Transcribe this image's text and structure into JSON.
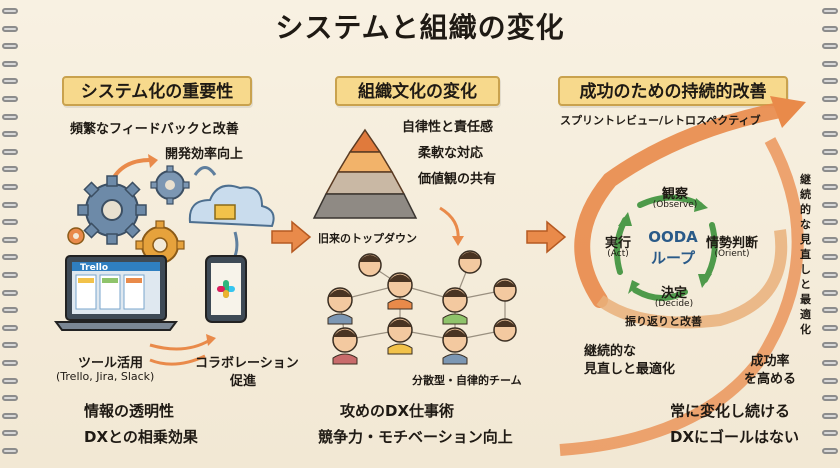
{
  "title": "システムと組織の変化",
  "sections": {
    "left": {
      "header": "システム化の重要性",
      "top_label_1": "頻繁なフィードバックと改善",
      "top_label_2": "開発効率向上",
      "laptop_app": "Trello",
      "tools_label_1": "ツール活用",
      "tools_label_2": "(Trello, Jira, Slack)",
      "collab_label_1": "コラボレーション",
      "collab_label_2": "促進",
      "bottom_1": "情報の透明性",
      "bottom_2": "DXとの相乗効果"
    },
    "middle": {
      "header": "組織文化の変化",
      "pyramid_points": [
        "自律性と責任感",
        "柔軟な対応",
        "価値観の共有"
      ],
      "pyramid_label": "旧来のトップダウン",
      "network_label": "分散型・自律的チーム",
      "bottom_1": "攻めのDX仕事術",
      "bottom_2": "競争力・モチベーション向上"
    },
    "right": {
      "header": "成功のための持続的改善",
      "sprint_label": "スプリントレビュー/レトロスペクティブ",
      "ooda_center_1": "OODA",
      "ooda_center_2": "ループ",
      "observe": "観察",
      "observe_en": "(Observe)",
      "orient": "情勢判断",
      "orient_en": "(Orient)",
      "decide": "決定",
      "decide_en": "(Decide)",
      "act": "実行",
      "act_en": "(Act)",
      "reflect": "振り返りと改善",
      "side_vertical": "継続的な見直しと最適化",
      "cont_1": "継続的な",
      "cont_2": "見直しと最適化",
      "success_1": "成功率",
      "success_2": "を高める",
      "bottom_1": "常に変化し続ける",
      "bottom_2": "DXにゴールはない"
    }
  },
  "colors": {
    "accent": "#f7d98c",
    "arrow_orange": "#e98a4a",
    "gear_blue": "#5f7f9e",
    "gear_orange": "#e6a23c",
    "ooda_green": "#4e9a4a"
  }
}
